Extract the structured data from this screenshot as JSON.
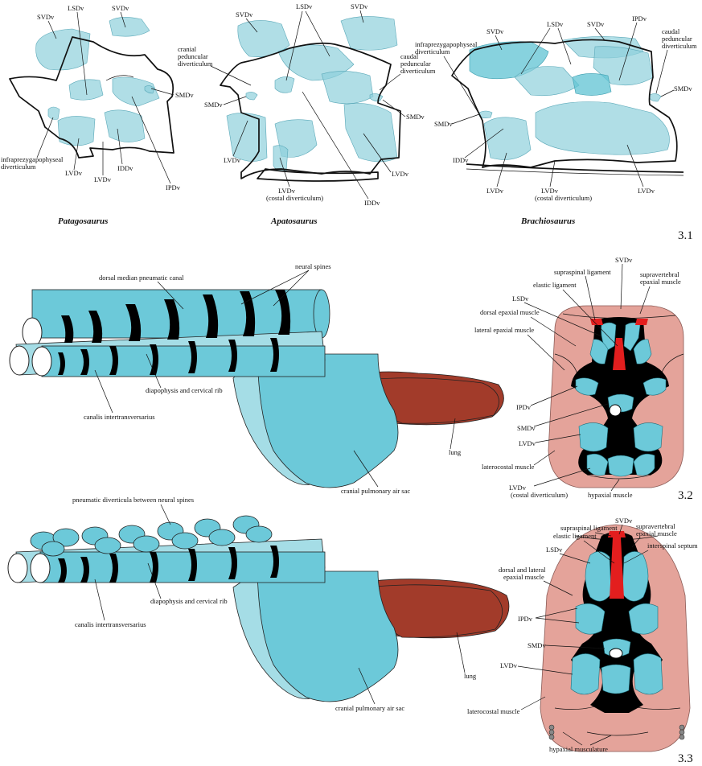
{
  "panels": {
    "p31": "3.1",
    "p32": "3.2",
    "p33": "3.3"
  },
  "genera": {
    "patagosaurus": "Patagosaurus",
    "apatosaurus": "Apatosaurus",
    "brachiosaurus": "Brachiosaurus"
  },
  "labels31": {
    "pat_svdv_a": "SVDv",
    "pat_lsdv": "LSDv",
    "pat_svdv_b": "SVDv",
    "pat_smdv": "SMDv",
    "pat_infra": "infraprezygapophyseal",
    "pat_infra2": "diverticulum",
    "pat_lvdv_a": "LVDv",
    "pat_lvdv_b": "LVDv",
    "pat_iddv": "IDDv",
    "pat_ipdv": "IPDv",
    "apa_svdv_a": "SVDv",
    "apa_lsdv": "LSDv",
    "apa_svdv_b": "SVDv",
    "apa_cranial1": "cranial",
    "apa_cranial2": "peduncular",
    "apa_cranial3": "diverticulum",
    "apa_caudal1": "caudal",
    "apa_caudal2": "peduncular",
    "apa_caudal3": "diverticulum",
    "apa_smdv_a": "SMDv",
    "apa_smdv_b": "SMDv",
    "apa_lvdv_a": "LVDv",
    "apa_lvdv_b": "LVDv",
    "apa_lvdv_c": "LVDv",
    "apa_costal": "(costal diverticulum)",
    "apa_iddv": "IDDv",
    "bra_svdv_a": "SVDv",
    "bra_lsdv": "LSDv",
    "bra_svdv_b": "SVDv",
    "bra_ipdv": "IPDv",
    "bra_caudal1": "caudal",
    "bra_caudal2": "peduncular",
    "bra_caudal3": "diverticulum",
    "bra_infra1": "infraprezygapophyseal",
    "bra_infra2": "diverticulum",
    "bra_smdv_a": "SMDv",
    "bra_smdv_b": "SMDv",
    "bra_iddv": "IDDv",
    "bra_lvdv_a": "LVDv",
    "bra_lvdv_b": "LVDv",
    "bra_costal": "(costal diverticulum)",
    "bra_lvdv_c": "LVDv"
  },
  "labels32": {
    "neural_spines": "neural spines",
    "dmpc": "dorsal median pneumatic canal",
    "diapophysis": "diapophysis and cervical rib",
    "canalis": "canalis intertransversarius",
    "lung": "lung",
    "cpas": "cranial pulmonary air sac",
    "svdv": "SVDv",
    "supraspinal": "supraspinal ligament",
    "elastic": "elastic ligament",
    "supravert1": "supravertebral",
    "supravert2": "epaxial muscle",
    "lsdv": "LSDv",
    "dorsal_epaxial": "dorsal epaxial muscle",
    "lateral_epaxial": "lateral epaxial muscle",
    "ipdv": "IPDv",
    "smdv": "SMDv",
    "lvdv": "LVDv",
    "laterocostal": "laterocostal muscle",
    "lvdv_c1": "LVDv",
    "lvdv_c2": "(costal diverticulum)",
    "hypaxial": "hypaxial muscle"
  },
  "labels33": {
    "pneumatic_div": "pneumatic diverticula between neural spines",
    "diapophysis": "diapophysis and cervical rib",
    "canalis": "canalis intertransversarius",
    "lung": "lung",
    "cpas": "cranial pulmonary air sac",
    "svdv": "SVDv",
    "supraspinal": "supraspinal ligament",
    "supravert1": "supravertebral",
    "supravert2": "epaxial muscle",
    "elastic": "elastic ligament",
    "lsdv": "LSDv",
    "interspinal": "interspinal septum",
    "dle1": "dorsal and lateral",
    "dle2": "epaxial muscle",
    "ipdv": "IPDv",
    "smdv": "SMDv",
    "lvdv": "LVDv",
    "laterocostal": "laterocostal muscle",
    "hypaxial": "hypaxial musculature"
  },
  "colors": {
    "diverticulum": "#6cc9d9",
    "lung": "#a23b2a",
    "muscle": "#e4a39a",
    "ligament": "#e31e1e",
    "bone": "#000000"
  }
}
